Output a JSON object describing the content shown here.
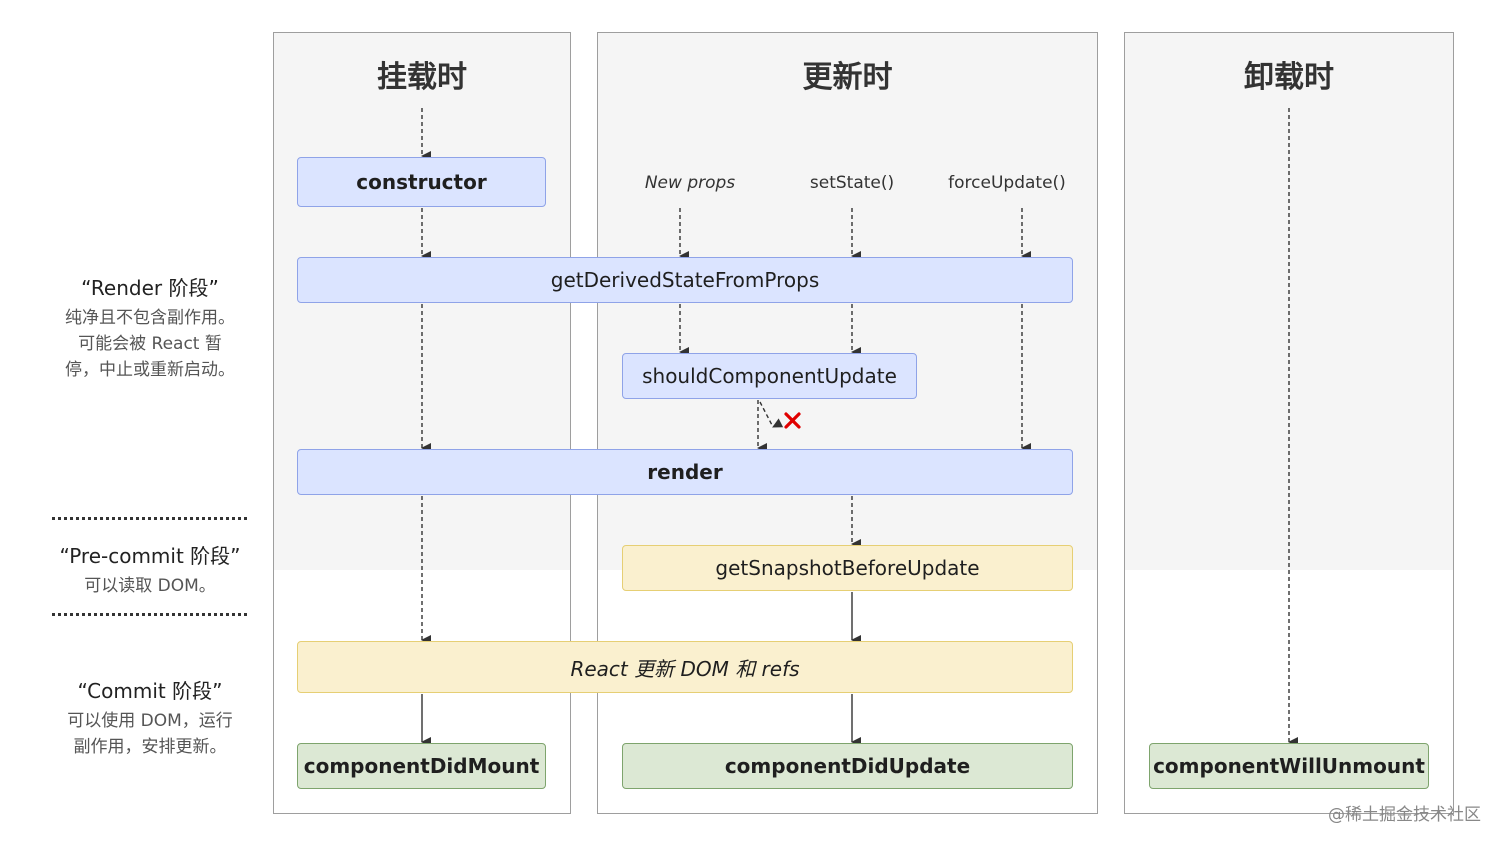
{
  "columns": {
    "mount_title": "挂载时",
    "update_title": "更新时",
    "unmount_title": "卸载时"
  },
  "triggers": {
    "new_props": "New props",
    "set_state": "setState()",
    "force_update": "forceUpdate()"
  },
  "methods": {
    "constructor": "constructor",
    "get_derived_state": "getDerivedStateFromProps",
    "should_component_update": "shouldComponentUpdate",
    "render": "render",
    "get_snapshot": "getSnapshotBeforeUpdate",
    "react_update_dom": "React 更新 DOM 和 refs",
    "component_did_mount": "componentDidMount",
    "component_did_update": "componentDidUpdate",
    "component_will_unmount": "componentWillUnmount"
  },
  "phases": {
    "render_title": "“Render 阶段”",
    "render_desc_1": "纯净且不包含副作用。",
    "render_desc_2": "可能会被 React 暂",
    "render_desc_3": "停，中止或重新启动。",
    "precommit_title": "“Pre-commit 阶段”",
    "precommit_desc": "可以读取 DOM。",
    "commit_title": "“Commit 阶段”",
    "commit_desc_1": "可以使用 DOM，运行",
    "commit_desc_2": "副作用，安排更新。"
  },
  "watermark": "@稀土掘金技术社区",
  "colors": {
    "render_phase_box": "#dbe4ff",
    "commit_phase_box": "#faf0cf",
    "lifecycle_end_box": "#dce8d4",
    "blocked_mark": "#e00000"
  }
}
